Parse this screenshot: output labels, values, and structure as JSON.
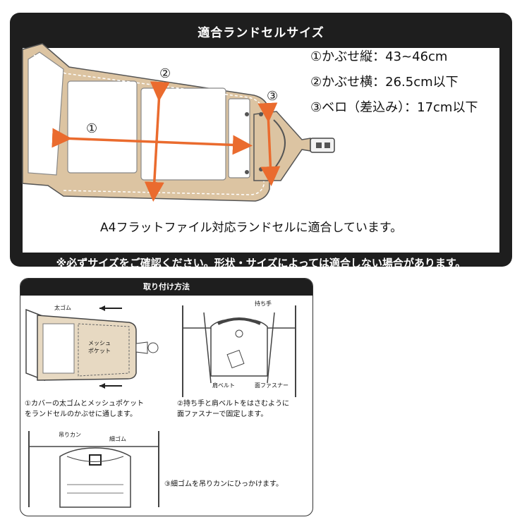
{
  "size_panel": {
    "title": "適合ランドセルサイズ",
    "specs": [
      "①かぶせ縦：43~46cm",
      "②かぶせ横：26.5cm以下",
      "③ベロ（差込み）：17cm以下"
    ],
    "markers": [
      "①",
      "②",
      "③"
    ],
    "compatibility": "A4フラットファイル対応ランドセルに適合しています。",
    "notice": "※必ずサイズをご確認ください。形状・サイズによっては適合しない場合があります。"
  },
  "howto_panel": {
    "title": "取り付け方法",
    "step1": {
      "text": "①カバーの太ゴムとメッシュポケット\nをランドセルのかぶせに通します。",
      "label_band": "太ゴム",
      "label_pocket": "メッシュ\nポケット"
    },
    "step2": {
      "text": "②持ち手と肩ベルトをはさむように\n面ファスナーで固定します。",
      "label_handle": "持ち手",
      "label_belt": "肩ベルト",
      "label_fastener": "面ファスナー"
    },
    "step3": {
      "text": "③細ゴムを吊りカンにひっかけます。",
      "label_ring": "吊りカン",
      "label_thin": "細ゴム"
    }
  },
  "colors": {
    "panel": "#1e1e1e",
    "arrow": "#ea6b2e",
    "leather": "#dcc4a2"
  }
}
